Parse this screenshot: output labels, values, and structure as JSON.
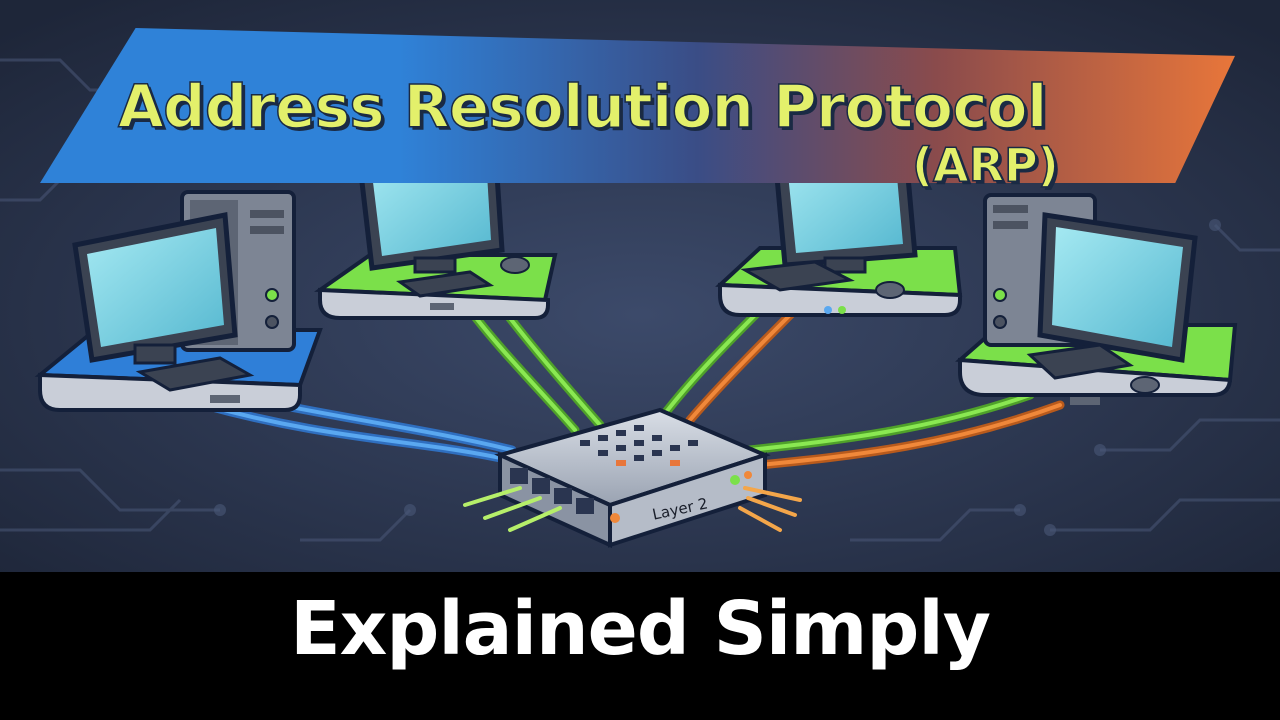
{
  "banner": {
    "title_line1": "Address Resolution Protocol",
    "title_line2": "(ARP)"
  },
  "switch": {
    "label": "Layer 2"
  },
  "caption": "Explained Simply",
  "colors": {
    "background": "#2b3650",
    "banner_blue": "#2f82d8",
    "banner_orange": "#e8763a",
    "title_yellow": "#e3f06b",
    "cable_blue": "#3b8ee6",
    "cable_green": "#7be04a",
    "cable_orange": "#f0883a",
    "screen": "#7fd6e6"
  },
  "icons": [
    "desktop-computer-icon",
    "monitor-icon",
    "network-switch-icon",
    "keyboard-icon",
    "mouse-icon"
  ]
}
